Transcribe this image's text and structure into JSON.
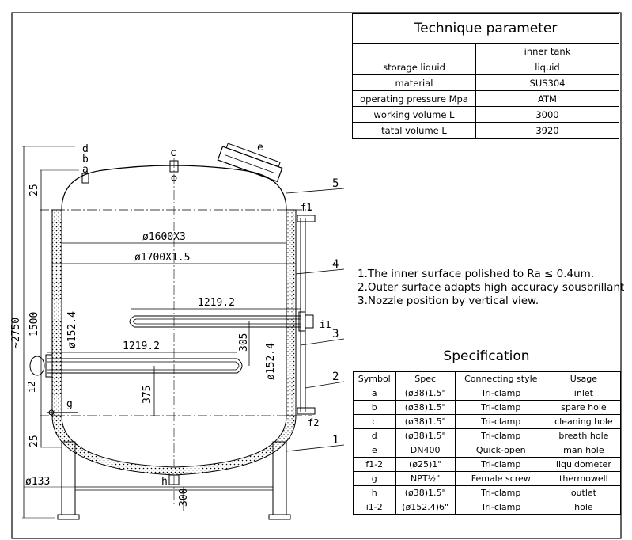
{
  "tech_table": {
    "title": "Technique parameter",
    "header": [
      "",
      "inner tank"
    ],
    "rows": [
      [
        "storage liquid",
        "liquid"
      ],
      [
        "material",
        "SUS304"
      ],
      [
        "operating pressure Mpa",
        "ATM"
      ],
      [
        "working volume L",
        "3000"
      ],
      [
        "tatal volume L",
        "3920"
      ]
    ]
  },
  "notes": [
    "1.The inner surface polished to Ra ≤ 0.4um.",
    "2.Outer surface adapts high accuracy sousbrillant",
    "3.Nozzle position by vertical view."
  ],
  "spec_table": {
    "title": "Specification",
    "header": [
      "Symbol",
      "Spec",
      "Connecting style",
      "Usage"
    ],
    "rows": [
      [
        "a",
        "(ø38)1.5\"",
        "Tri-clamp",
        "inlet"
      ],
      [
        "b",
        "(ø38)1.5\"",
        "Tri-clamp",
        "spare hole"
      ],
      [
        "c",
        "(ø38)1.5\"",
        "Tri-clamp",
        "cleaning hole"
      ],
      [
        "d",
        "(ø38)1.5\"",
        "Tri-clamp",
        "breath hole"
      ],
      [
        "e",
        "DN400",
        "Quick-open",
        "man hole"
      ],
      [
        "f1-2",
        "(ø25)1\"",
        "Tri-clamp",
        "liquidometer"
      ],
      [
        "g",
        "NPT½\"",
        "Female screw",
        "thermowell"
      ],
      [
        "h",
        "(ø38)1.5\"",
        "Tri-clamp",
        "outlet"
      ],
      [
        "i1-2",
        "(ø152.4)6\"",
        "Tri-clamp",
        "hole"
      ]
    ]
  },
  "drawing": {
    "dimensions": {
      "total_height": "~2750",
      "top_head": "25",
      "body": "1500",
      "bottom_head": "25",
      "leg": "300",
      "leg_dia": "ø133",
      "inner_dia": "ø1600X3",
      "outer_dia": "ø1700X1.5",
      "coil_upper_len": "1219.2",
      "coil_lower_len": "1219.2",
      "coil_gap": "305",
      "coil_lower_height": "375",
      "nozzle_dia_left": "ø152.4",
      "nozzle_dia_right": "ø152.4"
    },
    "nozzle_labels": {
      "a": "a",
      "b": "b",
      "c": "c",
      "d": "d",
      "e": "e",
      "f1": "f1",
      "f2": "f2",
      "g": "g",
      "h": "h",
      "i1": "i1",
      "i2": "i2"
    },
    "part_numbers": [
      "1",
      "2",
      "3",
      "4",
      "5"
    ]
  }
}
